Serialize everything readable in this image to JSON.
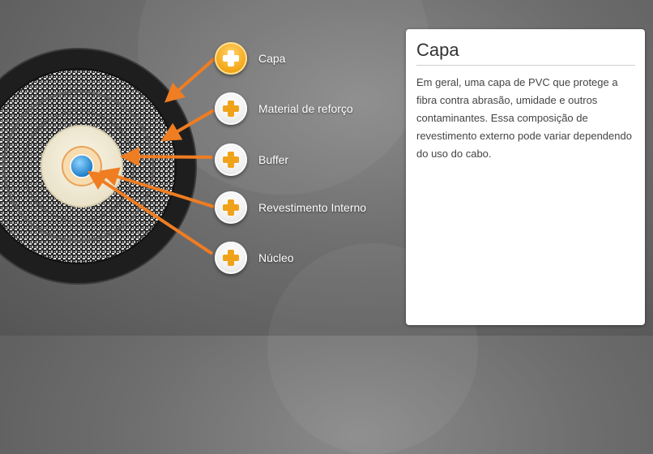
{
  "hotspots": [
    {
      "id": "capa",
      "label": "Capa",
      "active": true
    },
    {
      "id": "material",
      "label": "Material de reforço",
      "active": false
    },
    {
      "id": "buffer",
      "label": "Buffer",
      "active": false
    },
    {
      "id": "revestimento",
      "label": "Revestimento Interno",
      "active": false
    },
    {
      "id": "nucleo",
      "label": "Núcleo",
      "active": false
    }
  ],
  "panel": {
    "title": "Capa",
    "body": "Em geral, uma capa de PVC que protege a fibra contra abrasão, umidade e outros contaminantes. Essa composição de revestimento externo pode variar dependendo do uso do cabo."
  },
  "colors": {
    "accent": "#f5aa1d",
    "arrow": "#ef7d22",
    "core": "#3aa0e0",
    "jacket": "#1e1e1e"
  }
}
